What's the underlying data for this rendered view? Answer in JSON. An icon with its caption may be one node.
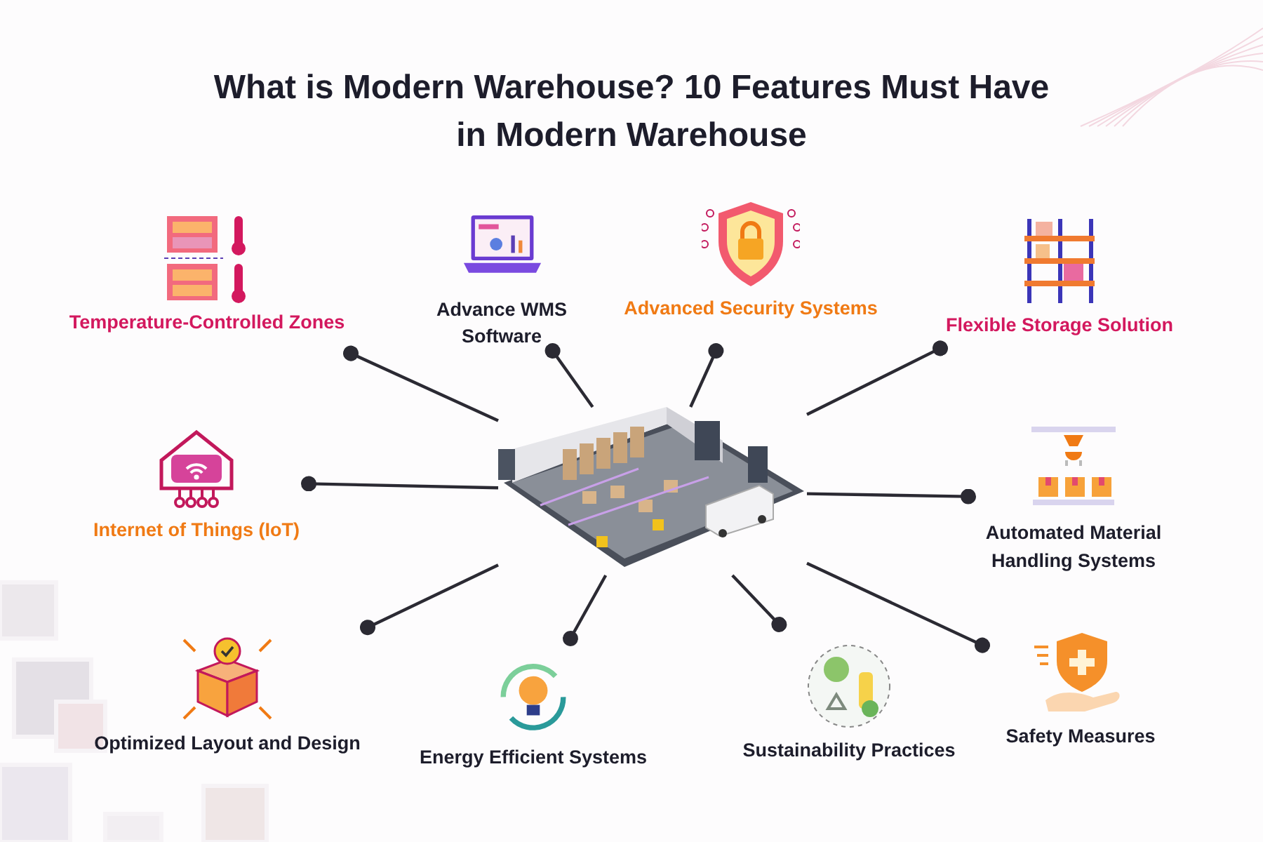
{
  "diagram": {
    "title": "What is Modern Warehouse? 10 Features Must Have in Modern Warehouse",
    "nodes": [
      {
        "text": [],
        "shape": "picture"
      },
      {
        "text": [
          "Temperature-Controlled Zones"
        ]
      },
      {
        "text": [
          "Advance WMS Software"
        ]
      },
      {
        "text": [
          "Advanced Security Systems"
        ]
      },
      {
        "text": [
          "Flexible Storage Solution"
        ]
      },
      {
        "text": [
          "Internet of Things (IoT)"
        ]
      },
      {
        "text": [
          "Automated Material Handling Systems"
        ]
      },
      {
        "text": [
          "Optimized Layout and Design"
        ]
      },
      {
        "text": [
          "Energy Efficient Systems"
        ]
      },
      {
        "text": [
          "Sustainability Practices"
        ]
      },
      {
        "text": [
          "Safety Measures"
        ]
      }
    ],
    "edges": [
      {
        "from": 0,
        "to": 1,
        "arrow": "other"
      },
      {
        "from": 0,
        "to": 2,
        "arrow": "other"
      },
      {
        "from": 0,
        "to": 3,
        "arrow": "other"
      },
      {
        "from": 0,
        "to": 4,
        "arrow": "other"
      },
      {
        "from": 0,
        "to": 5,
        "arrow": "other"
      },
      {
        "from": 0,
        "to": 6,
        "arrow": "other"
      },
      {
        "from": 0,
        "to": 7,
        "arrow": "other"
      },
      {
        "from": 0,
        "to": 8,
        "arrow": "other"
      },
      {
        "from": 0,
        "to": 9,
        "arrow": "other"
      },
      {
        "from": 0,
        "to": 10,
        "arrow": "other"
      }
    ]
  }
}
